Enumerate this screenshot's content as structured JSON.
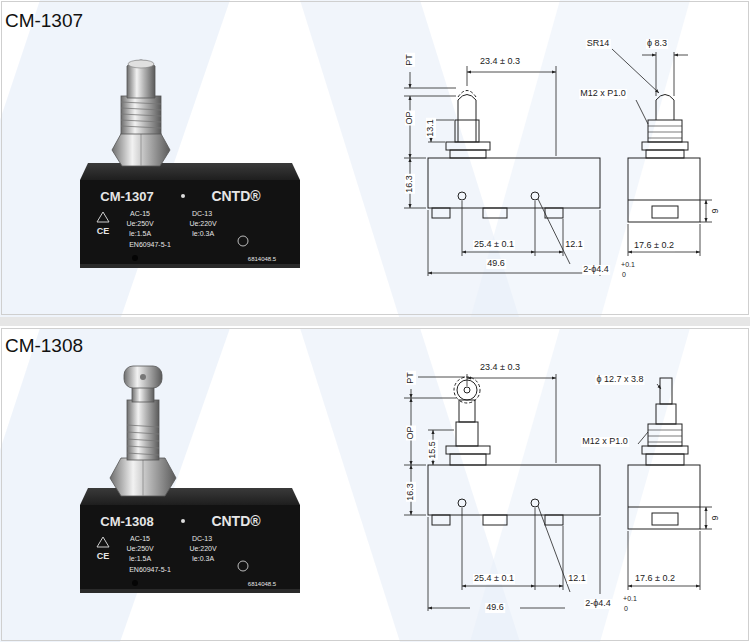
{
  "diagram": {
    "labels": [
      "CM-1307",
      "CM-1307",
      "CNTD®",
      "AC-15",
      "DC-13",
      "Ue:250V",
      "Ue:220V",
      "Ie:1.5A",
      "Ie:0.3A",
      "EN60947-5-1",
      "CE",
      "6814048.5",
      "PT",
      "23.4 ± 0.3",
      "SR14",
      "ϕ 8.3",
      "M12 x P1.0",
      "OP",
      "13.1",
      "16.3",
      "25.4 ± 0.1",
      "12.1",
      "49.6",
      "2-ϕ4.4",
      "+0.1",
      "0",
      "9",
      "17.6 ± 0.2",
      "CM-1308",
      "CM-1308",
      "CNTD®",
      "AC-15",
      "DC-13",
      "Ue:250V",
      "Ue:220V",
      "Ie:1.5A",
      "Ie:0.3A",
      "EN60947-5-1",
      "CE",
      "6814048.5",
      "PT",
      "23.4 ± 0.3",
      "ϕ 12.7 x 3.8",
      "M12 x P1.0",
      "OP",
      "15.5",
      "16.3",
      "25.4 ± 0.1",
      "12.1",
      "49.6",
      "2-ϕ4.4",
      "+0.1",
      "0",
      "9",
      "17.6 ± 0.2"
    ]
  }
}
